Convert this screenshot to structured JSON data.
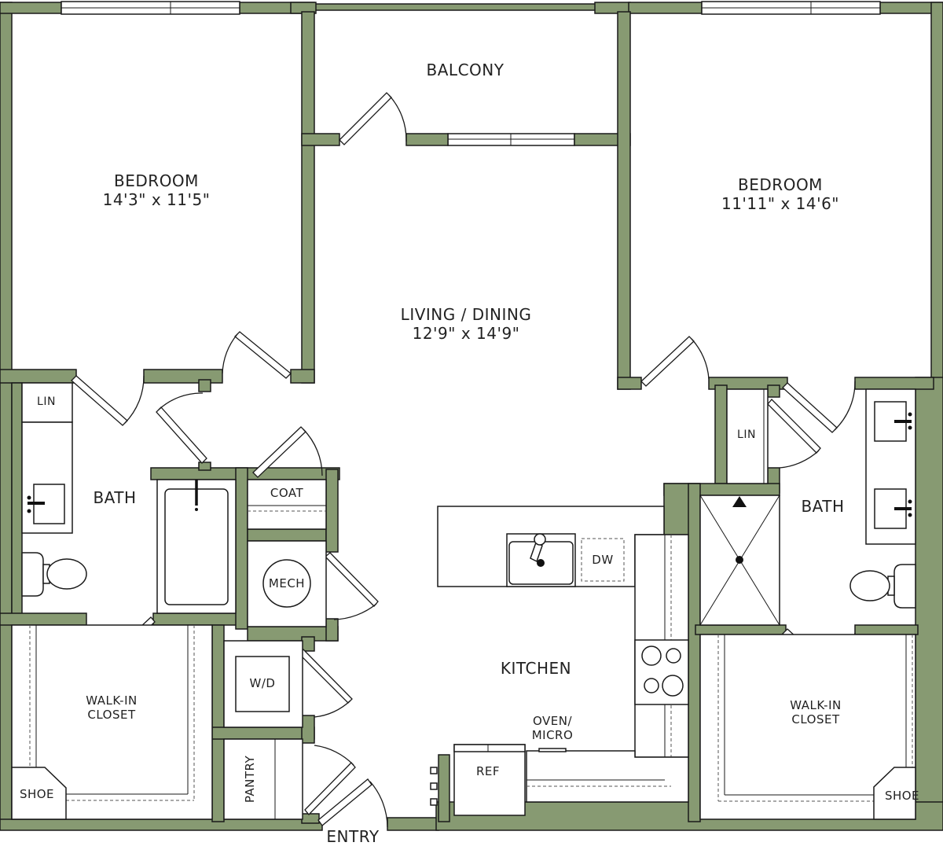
{
  "colors": {
    "wall": "#879a72",
    "line": "#1a1a1a",
    "background": "#ffffff"
  },
  "rooms": {
    "bedroom_left": {
      "name": "BEDROOM",
      "dims": "14'3\" x 11'5\""
    },
    "bedroom_right": {
      "name": "BEDROOM",
      "dims": "11'11\" x 14'6\""
    },
    "living_dining": {
      "name": "LIVING / DINING",
      "dims": "12'9\" x 14'9\""
    },
    "balcony": {
      "name": "BALCONY"
    },
    "bath_left": {
      "name": "BATH"
    },
    "bath_right": {
      "name": "BATH"
    },
    "kitchen": {
      "name": "KITCHEN"
    },
    "closet_left": {
      "line1": "WALK-IN",
      "line2": "CLOSET"
    },
    "closet_right": {
      "line1": "WALK-IN",
      "line2": "CLOSET"
    },
    "entry": {
      "name": "ENTRY"
    }
  },
  "fixtures": {
    "lin_left": "LIN",
    "lin_right": "LIN",
    "coat": "COAT",
    "mech": "MECH",
    "wd": "W/D",
    "pantry": "PANTRY",
    "dw": "DW",
    "oven_line1": "OVEN/",
    "oven_line2": "MICRO",
    "ref": "REF",
    "shoe_left": "SHOE",
    "shoe_right": "SHOE"
  }
}
